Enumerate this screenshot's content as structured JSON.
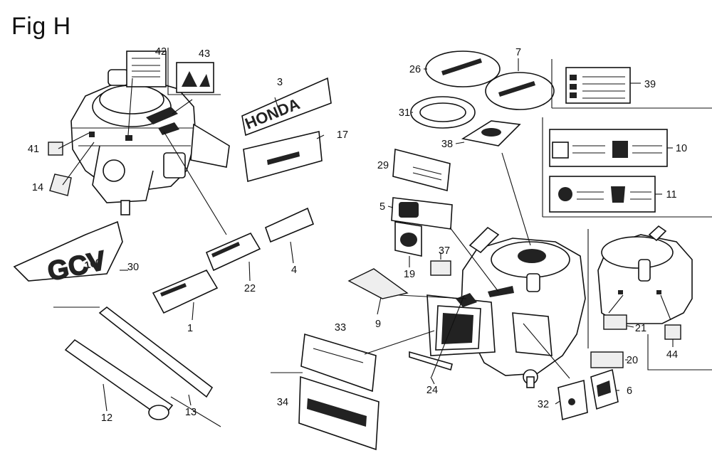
{
  "figure": {
    "title": "Fig H"
  },
  "decal_text": {
    "honda": "HONDA",
    "gcv": "GCV",
    "gcv_num": "160"
  },
  "callouts": [
    {
      "id": "callout-1",
      "label": "1"
    },
    {
      "id": "callout-3",
      "label": "3"
    },
    {
      "id": "callout-4",
      "label": "4"
    },
    {
      "id": "callout-5",
      "label": "5"
    },
    {
      "id": "callout-6",
      "label": "6"
    },
    {
      "id": "callout-7",
      "label": "7"
    },
    {
      "id": "callout-9",
      "label": "9"
    },
    {
      "id": "callout-10",
      "label": "10"
    },
    {
      "id": "callout-11",
      "label": "11"
    },
    {
      "id": "callout-12",
      "label": "12"
    },
    {
      "id": "callout-13",
      "label": "13"
    },
    {
      "id": "callout-14",
      "label": "14"
    },
    {
      "id": "callout-17",
      "label": "17"
    },
    {
      "id": "callout-19",
      "label": "19"
    },
    {
      "id": "callout-20",
      "label": "20"
    },
    {
      "id": "callout-21",
      "label": "21"
    },
    {
      "id": "callout-22",
      "label": "22"
    },
    {
      "id": "callout-24",
      "label": "24"
    },
    {
      "id": "callout-26",
      "label": "26"
    },
    {
      "id": "callout-29",
      "label": "29"
    },
    {
      "id": "callout-30",
      "label": "30"
    },
    {
      "id": "callout-31",
      "label": "31"
    },
    {
      "id": "callout-32",
      "label": "32"
    },
    {
      "id": "callout-33",
      "label": "33"
    },
    {
      "id": "callout-34",
      "label": "34"
    },
    {
      "id": "callout-37",
      "label": "37"
    },
    {
      "id": "callout-38",
      "label": "38"
    },
    {
      "id": "callout-39",
      "label": "39"
    },
    {
      "id": "callout-41",
      "label": "41"
    },
    {
      "id": "callout-42",
      "label": "42"
    },
    {
      "id": "callout-43",
      "label": "43"
    },
    {
      "id": "callout-44",
      "label": "44"
    }
  ]
}
